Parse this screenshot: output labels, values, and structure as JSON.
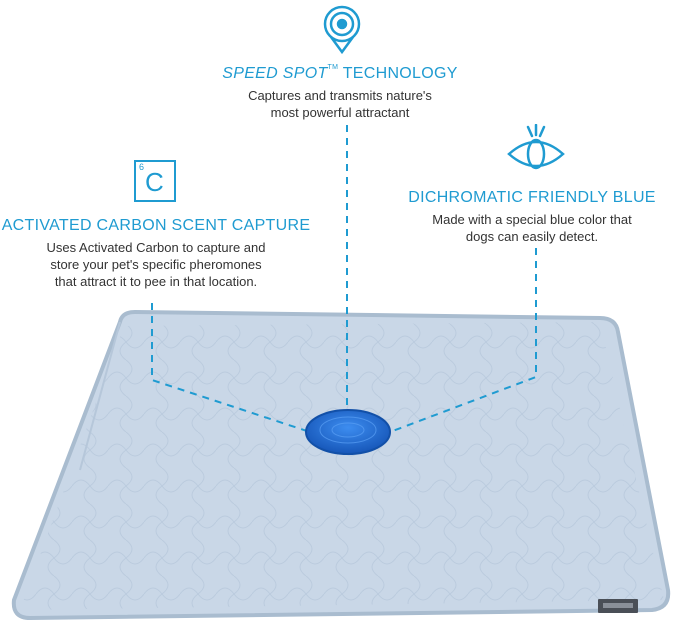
{
  "features": {
    "speed_spot": {
      "title_em": "SPEED SPOT",
      "title_tm": "TM",
      "title_rest": " TECHNOLOGY",
      "line1": "Captures and transmits nature's",
      "line2": "most powerful attractant",
      "icon": "location-target-icon"
    },
    "carbon": {
      "title": "ACTIVATED CARBON SCENT CAPTURE",
      "line1": "Uses Activated Carbon to capture and",
      "line2": "store your pet's specific pheromones",
      "line3": "that attract it to pee in that location.",
      "icon_number": "6",
      "icon_symbol": "C",
      "icon": "carbon-element-icon"
    },
    "blue": {
      "title": "DICHROMATIC FRIENDLY BLUE",
      "line1": "Made with a special blue color that",
      "line2": "dogs can easily detect.",
      "icon": "eye-icon"
    }
  },
  "colors": {
    "accent": "#1f9bd1",
    "pad": "#c8d6e6",
    "pad_edge": "#a9bccf",
    "spot": "#1d6fd6",
    "text": "#333333"
  }
}
